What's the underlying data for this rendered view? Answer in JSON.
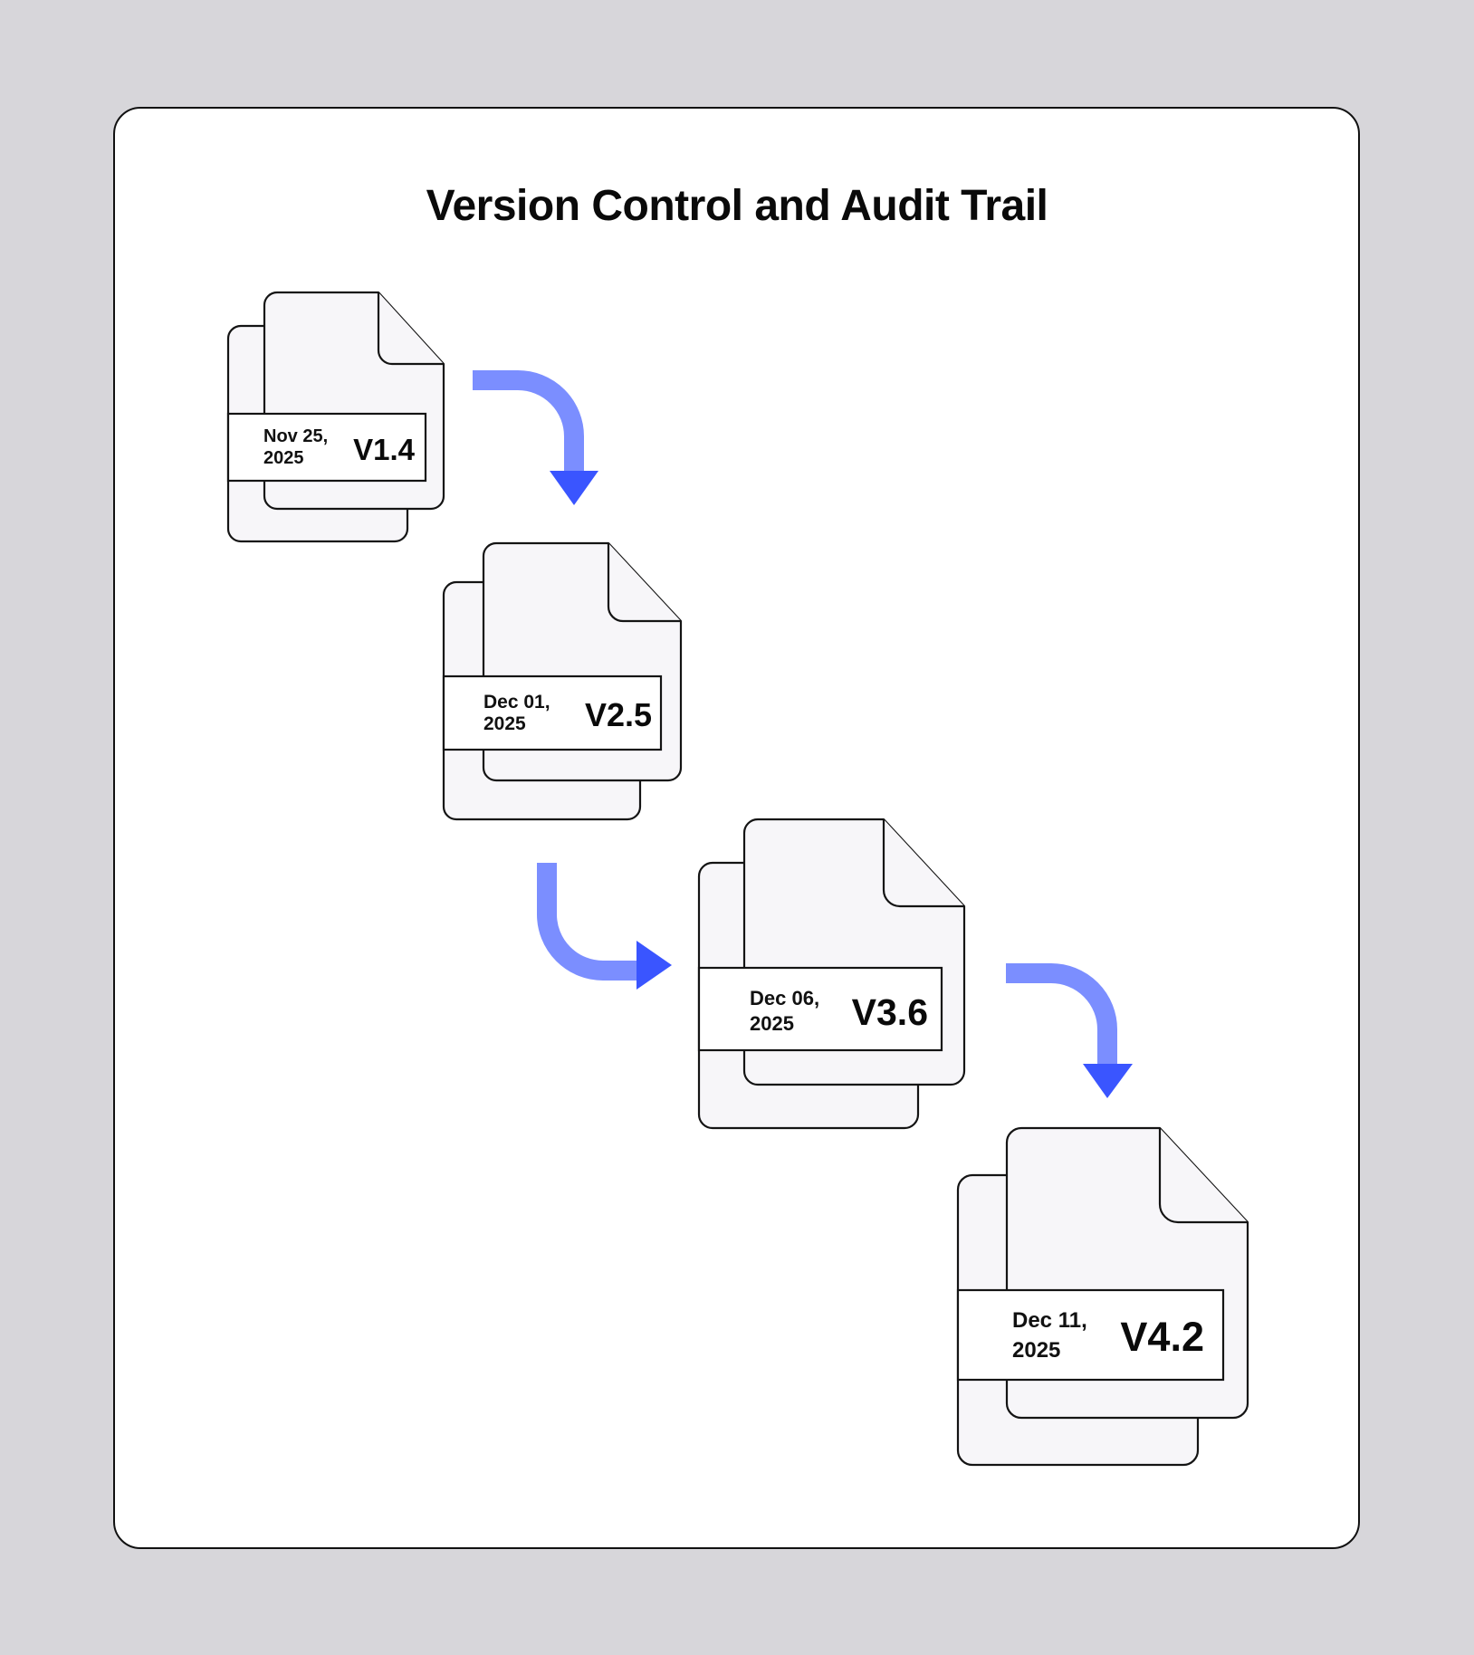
{
  "title": "Version Control and Audit Trail",
  "colors": {
    "background": "#d7d6da",
    "card": "#ffffff",
    "arrow_stroke": "#7b8eff",
    "arrow_head": "#3a55ff",
    "document_fill": "#f7f6f9"
  },
  "versions": [
    {
      "date_line1": "Nov 25,",
      "date_line2": "2025",
      "version": "V1.4"
    },
    {
      "date_line1": "Dec 01,",
      "date_line2": "2025",
      "version": "V2.5"
    },
    {
      "date_line1": "Dec 06,",
      "date_line2": "2025",
      "version": "V3.6"
    },
    {
      "date_line1": "Dec 11,",
      "date_line2": "2025",
      "version": "V4.2"
    }
  ],
  "icons": [
    "document-stack-icon",
    "curved-arrow-down-icon",
    "curved-arrow-right-icon"
  ]
}
